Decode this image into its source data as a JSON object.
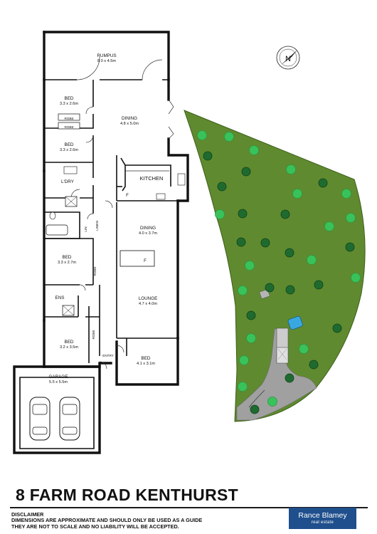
{
  "rooms": {
    "rumpus": {
      "name": "RUMPUS",
      "dims": "8.0 x 4.5m"
    },
    "bed1": {
      "name": "BED",
      "dims": "3.3 x 2.6m"
    },
    "bed2": {
      "name": "BED",
      "dims": "3.3 x 2.6m"
    },
    "dining1": {
      "name": "DINING",
      "dims": "4.8 x 5.0m"
    },
    "kitchen": {
      "name": "KITCHEN"
    },
    "ldry": {
      "name": "L'DRY"
    },
    "dining2": {
      "name": "DINING",
      "dims": "4.0 x 3.7m"
    },
    "bed3": {
      "name": "BED",
      "dims": "3.3 x 2.7m"
    },
    "lounge": {
      "name": "LOUNGE",
      "dims": "4.7 x 4.0m"
    },
    "ens": {
      "name": "ENS"
    },
    "bed4": {
      "name": "BED",
      "dims": "3.2 x 3.5m"
    },
    "bed5": {
      "name": "BED",
      "dims": "4.1 x 3.1m"
    },
    "garage": {
      "name": "GARAGE",
      "dims": "5.5 x 5.5m"
    }
  },
  "labels": {
    "robe1": "ROBE",
    "robe2": "ROBE",
    "robe3": "ROBE",
    "robe4": "ROBE",
    "linen": "LINEN",
    "lin": "LIN",
    "entry": "ENTRY",
    "fridge1": "F",
    "fridge2": "F",
    "compass": "N"
  },
  "title": "8 FARM ROAD KENTHURST",
  "disclaimer": {
    "heading": "DISCLAIMER",
    "line1": "DIMENSIONS ARE APPROXIMATE AND SHOULD ONLY BE USED AS A GUIDE",
    "line2": "THEY ARE NOT TO SCALE AND NO LIABILITY WILL BE ACCEPTED."
  },
  "logo": {
    "line1": "Rance Blamey",
    "line2": "real estate"
  },
  "colors": {
    "wall": "#111111",
    "lawn": "#5f8a2f",
    "lawn_edge": "#4e7323",
    "tree_light": "#3ac25a",
    "tree_dark": "#1f6b2f",
    "path": "#9a9a9a",
    "pool": "#3aa8e0",
    "logo_bg": "#1f4f8c"
  }
}
